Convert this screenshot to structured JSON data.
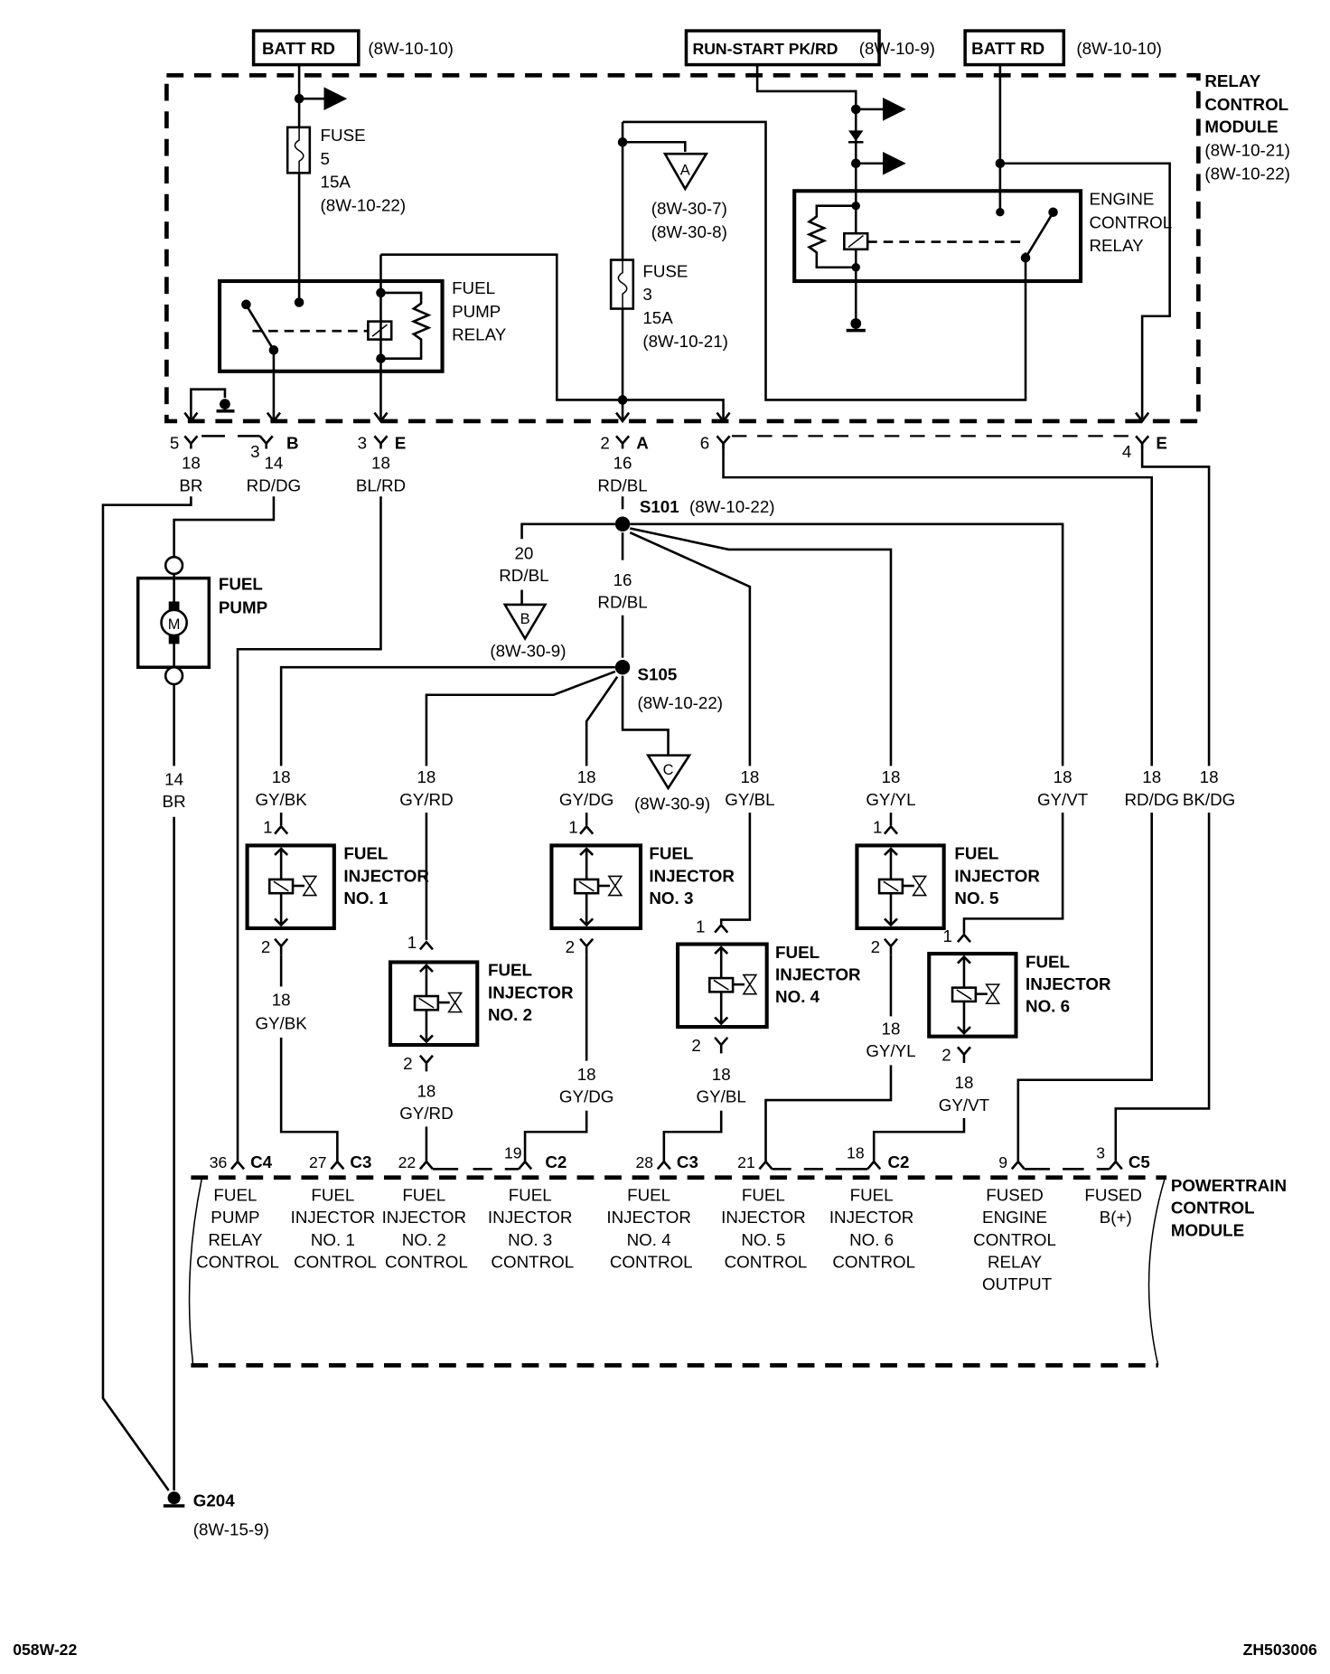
{
  "sources": {
    "batt_left": {
      "label": "BATT RD",
      "ref": "(8W-10-10)"
    },
    "run_start": {
      "label": "RUN-START PK/RD",
      "ref": "(8W-10-9)"
    },
    "batt_right": {
      "label": "BATT RD",
      "ref": "(8W-10-10)"
    }
  },
  "relay_control_module": {
    "title": [
      "RELAY",
      "CONTROL",
      "MODULE"
    ],
    "refs": [
      "(8W-10-21)",
      "(8W-10-22)"
    ],
    "fuse5": [
      "FUSE",
      "5",
      "15A",
      "(8W-10-22)"
    ],
    "fuse3": [
      "FUSE",
      "3",
      "15A",
      "(8W-10-21)"
    ],
    "fuel_pump_relay": [
      "FUEL",
      "PUMP",
      "RELAY"
    ],
    "engine_control_relay": [
      "ENGINE",
      "CONTROL",
      "RELAY"
    ],
    "connector_a": {
      "letter": "A",
      "refs": [
        "(8W-30-7)",
        "(8W-30-8)"
      ]
    }
  },
  "rcm_pins": [
    {
      "pin": "5",
      "cav": "",
      "gauge": "18",
      "color": "BR"
    },
    {
      "pin": "3",
      "cav": "B",
      "gauge": "14",
      "color": "RD/DG"
    },
    {
      "pin": "3",
      "cav": "E",
      "gauge": "18",
      "color": "BL/RD"
    },
    {
      "pin": "2",
      "cav": "A",
      "gauge": "16",
      "color": "RD/BL"
    },
    {
      "pin": "6",
      "cav": "",
      "gauge": "",
      "color": ""
    },
    {
      "pin": "4",
      "cav": "E",
      "gauge": "",
      "color": ""
    }
  ],
  "splices": {
    "s101": {
      "label": "S101",
      "ref": "(8W-10-22)"
    },
    "s105": {
      "label": "S105",
      "ref": "(8W-10-22)"
    },
    "branch_b": {
      "gauge": "20",
      "color": "RD/BL",
      "letter": "B",
      "ref": "(8W-30-9)"
    },
    "mid": {
      "gauge": "16",
      "color": "RD/BL"
    },
    "branch_c": {
      "letter": "C",
      "ref": "(8W-30-9)"
    }
  },
  "fuel_pump": {
    "label": [
      "FUEL",
      "PUMP"
    ],
    "motor": "M",
    "gauge": "14",
    "color": "BR"
  },
  "wires": [
    {
      "gauge": "18",
      "color": "GY/BK"
    },
    {
      "gauge": "18",
      "color": "GY/RD"
    },
    {
      "gauge": "18",
      "color": "GY/DG"
    },
    {
      "gauge": "18",
      "color": "GY/BL"
    },
    {
      "gauge": "18",
      "color": "GY/YL"
    },
    {
      "gauge": "18",
      "color": "GY/VT"
    },
    {
      "gauge": "18",
      "color": "RD/DG"
    },
    {
      "gauge": "18",
      "color": "BK/DG"
    }
  ],
  "injectors": [
    {
      "label": [
        "FUEL",
        "INJECTOR",
        "NO. 1"
      ],
      "pin1": "1",
      "pin2": "2",
      "out_gauge": "18",
      "out_color": "GY/BK"
    },
    {
      "label": [
        "FUEL",
        "INJECTOR",
        "NO. 2"
      ],
      "pin1": "1",
      "pin2": "2",
      "out_gauge": "18",
      "out_color": "GY/RD"
    },
    {
      "label": [
        "FUEL",
        "INJECTOR",
        "NO. 3"
      ],
      "pin1": "1",
      "pin2": "2",
      "out_gauge": "18",
      "out_color": "GY/DG"
    },
    {
      "label": [
        "FUEL",
        "INJECTOR",
        "NO. 4"
      ],
      "pin1": "1",
      "pin2": "2",
      "out_gauge": "18",
      "out_color": "GY/BL"
    },
    {
      "label": [
        "FUEL",
        "INJECTOR",
        "NO. 5"
      ],
      "pin1": "1",
      "pin2": "2",
      "out_gauge": "18",
      "out_color": "GY/YL"
    },
    {
      "label": [
        "FUEL",
        "INJECTOR",
        "NO. 6"
      ],
      "pin1": "1",
      "pin2": "2",
      "out_gauge": "18",
      "out_color": "GY/VT"
    }
  ],
  "pcm": {
    "title": [
      "POWERTRAIN",
      "CONTROL",
      "MODULE"
    ],
    "pins": [
      {
        "pin": "36",
        "conn": "C4",
        "label": [
          "FUEL",
          "PUMP",
          "RELAY",
          "CONTROL"
        ]
      },
      {
        "pin": "27",
        "conn": "C3",
        "label": [
          "FUEL",
          "INJECTOR",
          "NO. 1",
          "CONTROL"
        ]
      },
      {
        "pin": "22",
        "conn": "",
        "label": [
          "FUEL",
          "INJECTOR",
          "NO. 2",
          "CONTROL"
        ]
      },
      {
        "pin": "19",
        "conn": "C2",
        "label": [
          "FUEL",
          "INJECTOR",
          "NO. 3",
          "CONTROL"
        ]
      },
      {
        "pin": "28",
        "conn": "C3",
        "label": [
          "FUEL",
          "INJECTOR",
          "NO. 4",
          "CONTROL"
        ]
      },
      {
        "pin": "21",
        "conn": "",
        "label": [
          "FUEL",
          "INJECTOR",
          "NO. 5",
          "CONTROL"
        ]
      },
      {
        "pin": "18",
        "conn": "C2",
        "label": [
          "FUEL",
          "INJECTOR",
          "NO. 6",
          "CONTROL"
        ]
      },
      {
        "pin": "9",
        "conn": "",
        "label": [
          "FUSED",
          "ENGINE",
          "CONTROL",
          "RELAY",
          "OUTPUT"
        ]
      },
      {
        "pin": "3",
        "conn": "C5",
        "label": [
          "FUSED",
          "B(+)"
        ]
      }
    ]
  },
  "ground": {
    "label": "G204",
    "ref": "(8W-15-9)"
  },
  "footer": {
    "left": "058W-22",
    "right": "ZH503006"
  }
}
